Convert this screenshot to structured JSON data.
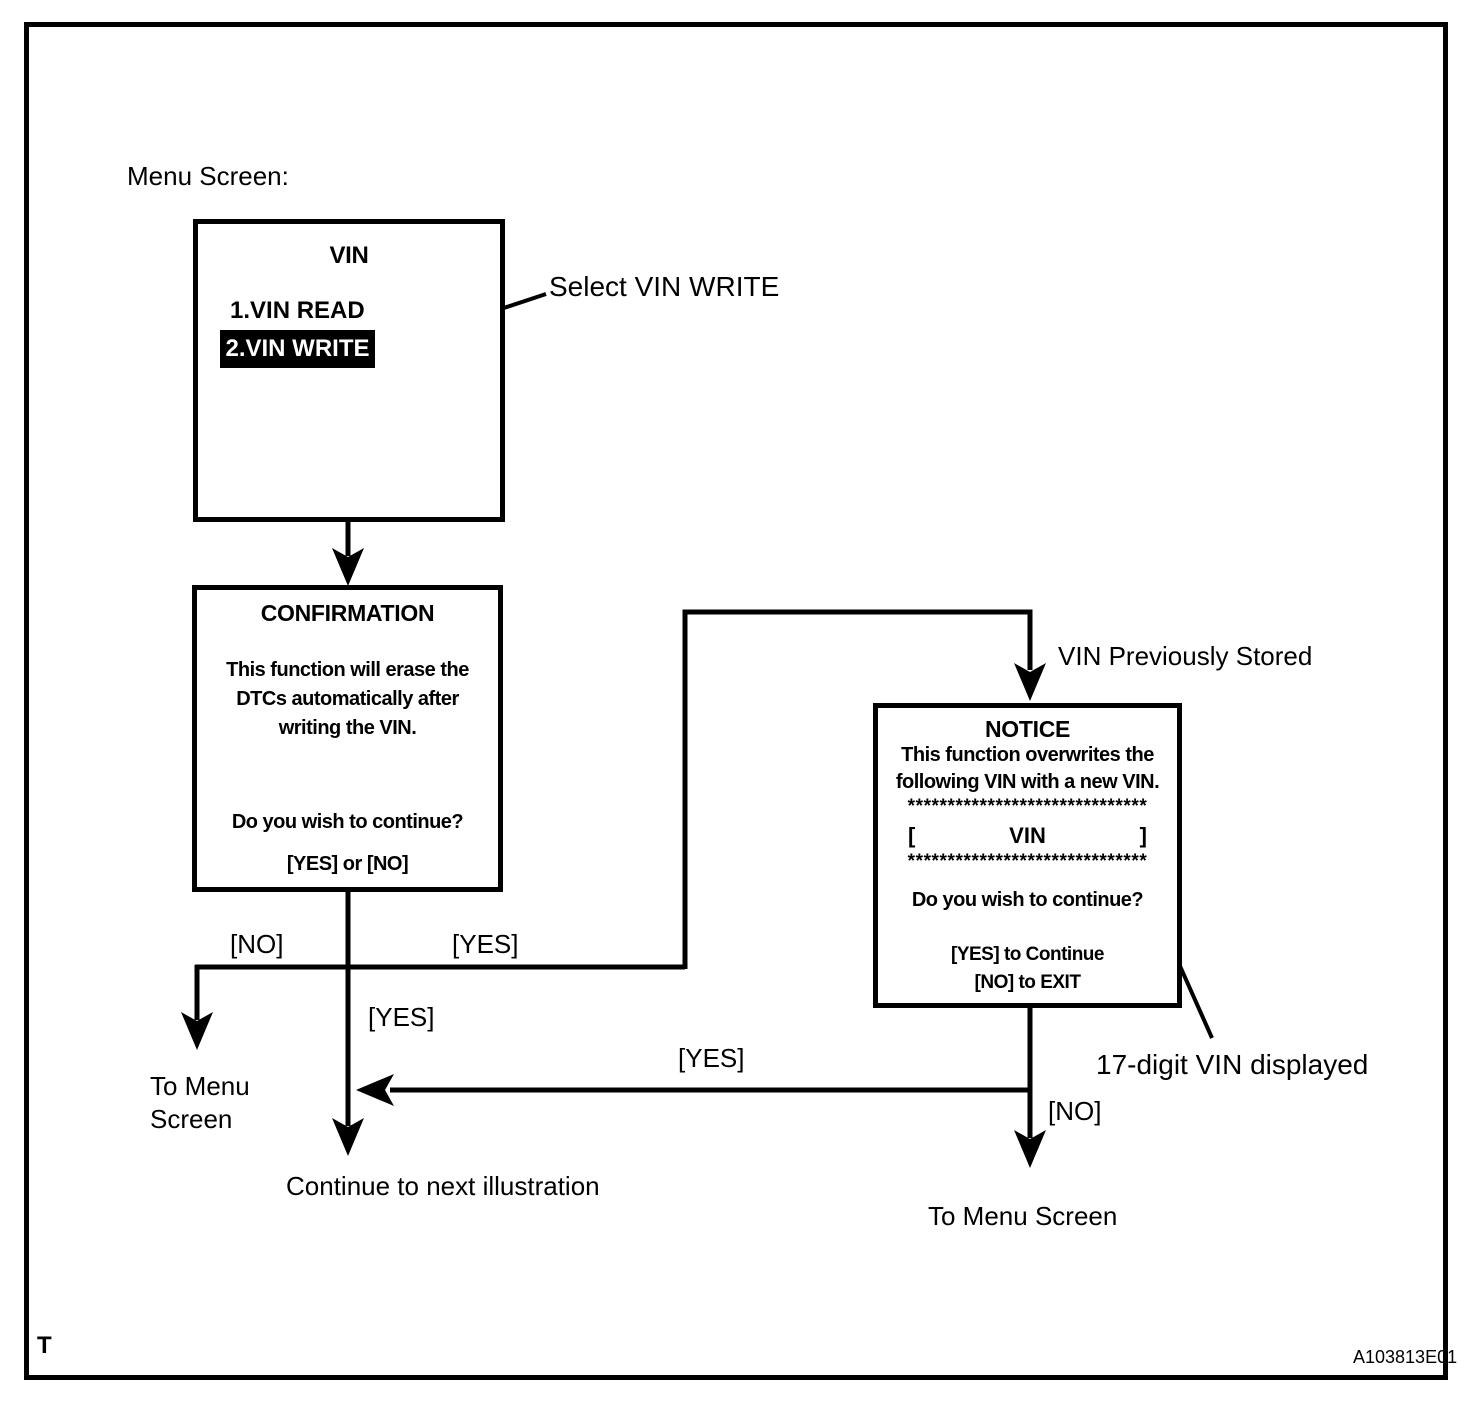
{
  "page": {
    "footer_mark": "T",
    "figure_code": "A103813E01"
  },
  "labels": {
    "menu_screen": "Menu Screen:",
    "select_vin_write": "Select VIN WRITE",
    "vin_previously_stored": "VIN Previously Stored",
    "no_confirm_branch": "[NO]",
    "yes_confirm_branch": "[YES]",
    "yes_down_branch": "[YES]",
    "to_menu_left_line1": "To Menu",
    "to_menu_left_line2": "Screen",
    "continue_next": "Continue to next illustration",
    "yes_return_branch": "[YES]",
    "no_notice_branch": "[NO]",
    "to_menu_right": "To Menu Screen",
    "seventeen_digit": "17-digit VIN displayed"
  },
  "screens": {
    "menu": {
      "title": "VIN",
      "item_read": "1.VIN READ",
      "item_write": "2.VIN WRITE"
    },
    "confirmation": {
      "title": "CONFIRMATION",
      "body_line1": "This function will erase the",
      "body_line2": "DTCs automatically after",
      "body_line3": "writing the VIN.",
      "question": "Do you wish to continue?",
      "options": "[YES] or [NO]"
    },
    "notice": {
      "title": "NOTICE",
      "body_line1": "This function overwrites the",
      "body_line2": "following VIN with a new VIN.",
      "stars_top": "******************************",
      "bracket_open": "[",
      "vin_placeholder": "VIN",
      "bracket_close": "]",
      "stars_bottom": "******************************",
      "question": "Do you wish to continue?",
      "option_yes": "[YES] to Continue",
      "option_no": "[NO] to EXIT"
    }
  },
  "colors": {
    "ink": "#000000",
    "paper": "#ffffff",
    "highlight_bg": "#000000",
    "highlight_text": "#ffffff"
  }
}
